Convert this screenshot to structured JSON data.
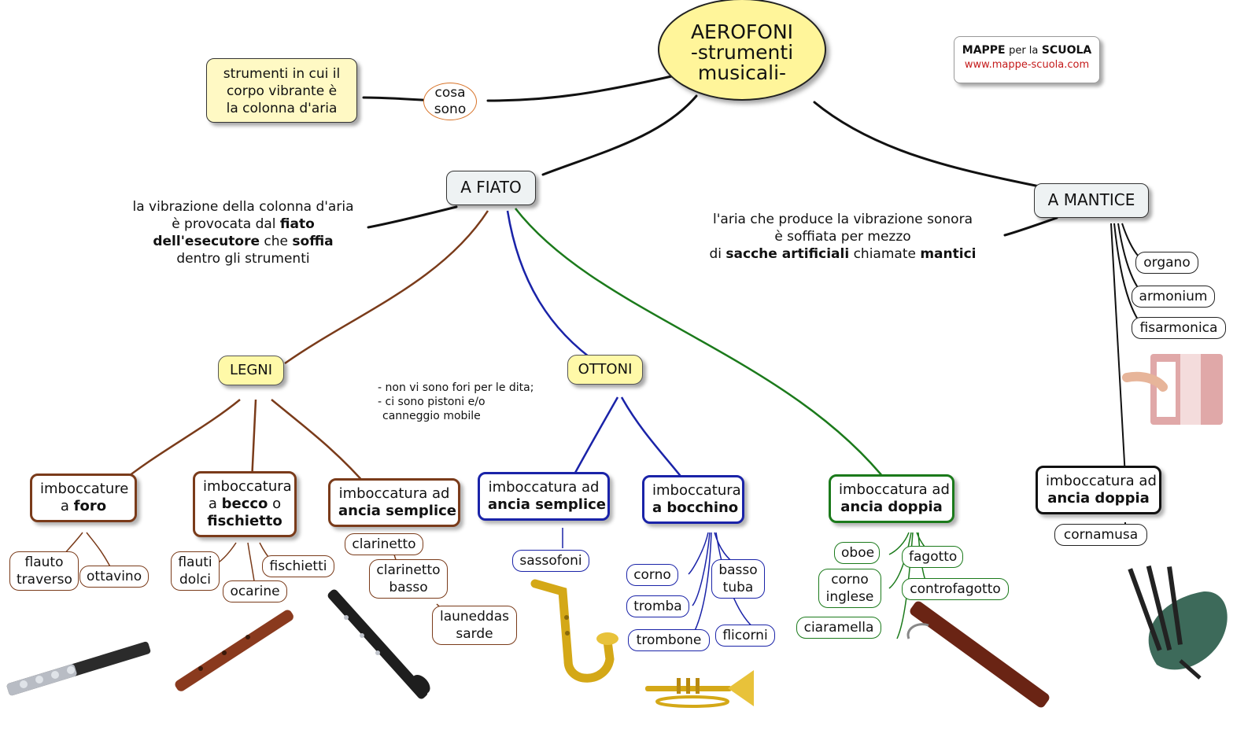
{
  "root": {
    "line1": "AEROFONI",
    "line2": "-strumenti",
    "line3": "musicali-"
  },
  "logo": {
    "mappe": "MAPPE",
    "per_la": "per la",
    "scuola": "SCUOLA",
    "url": "www.mappe-scuola.com"
  },
  "cosa_sono": {
    "line1": "cosa",
    "line2": "sono"
  },
  "definition": {
    "line1": "strumenti in cui il",
    "line2": "corpo vibrante è",
    "line3": "la colonna d'aria"
  },
  "a_fiato": {
    "label": "A FIATO",
    "desc": {
      "line1": "la vibrazione della colonna d'aria",
      "line2_a": "è provocata dal ",
      "line2_b": "fiato",
      "line3_a": "dell'esecutore",
      "line3_b": " che ",
      "line3_c": "soffia",
      "line4": "dentro gli strumenti"
    }
  },
  "a_mantice": {
    "label": "A MANTICE",
    "desc": {
      "line1": "l'aria che produce la vibrazione sonora",
      "line2": "è soffiata per mezzo",
      "line3_a": "di ",
      "line3_b": "sacche artificiali",
      "line3_c": " chiamate ",
      "line3_d": "mantici"
    },
    "items": [
      "organo",
      "armonium",
      "fisarmonica"
    ],
    "imb": {
      "line1": "imboccatura ad",
      "line2": "ancia doppia"
    },
    "cornamusa": "cornamusa"
  },
  "legni": {
    "label": "LEGNI",
    "foro": {
      "line1": "imboccature",
      "line2_a": "a ",
      "line2_b": "foro"
    },
    "becco": {
      "line1": "imboccatura",
      "line2_a": "a ",
      "line2_b": "becco",
      "line2_c": " o",
      "line3": "fischietto"
    },
    "semplice": {
      "line1": "imboccatura ad",
      "line2": "ancia semplice"
    },
    "flauto_traverso": {
      "line1": "flauto",
      "line2": "traverso"
    },
    "ottavino": "ottavino",
    "flauti_dolci": {
      "line1": "flauti",
      "line2": "dolci"
    },
    "fischietti": "fischietti",
    "ocarine": "ocarine",
    "clarinetto": "clarinetto",
    "clarinetto_basso": {
      "line1": "clarinetto",
      "line2": "basso"
    },
    "launeddas": {
      "line1": "launeddas",
      "line2": "sarde"
    }
  },
  "ottoni": {
    "label": "OTTONI",
    "note": {
      "line1": "- non vi sono fori per le dita;",
      "line2": "- ci sono pistoni e/o",
      "line3": "canneggio mobile"
    },
    "semplice": {
      "line1": "imboccatura ad",
      "line2": "ancia semplice"
    },
    "bocchino": {
      "line1": "imboccatura",
      "line2": "a bocchino"
    },
    "sassofoni": "sassofoni",
    "corno": "corno",
    "tromba": "tromba",
    "trombone": "trombone",
    "basso_tuba": {
      "line1": "basso",
      "line2": "tuba"
    },
    "flicorni": "flicorni"
  },
  "doppia": {
    "imb": {
      "line1": "imboccatura ad",
      "line2": "ancia doppia"
    },
    "oboe": "oboe",
    "corno_inglese": {
      "line1": "corno",
      "line2": "inglese"
    },
    "ciaramella": "ciaramella",
    "fagotto": "fagotto",
    "controfagotto": "controfagotto"
  },
  "colors": {
    "legni": "#7a3b1a",
    "ottoni": "#1a23a8",
    "doppia": "#1b7a1b",
    "black": "#111111",
    "root_fill": "#fff59a",
    "pill_fill": "#fff9a8",
    "cat_fill": "#eef2f3"
  }
}
